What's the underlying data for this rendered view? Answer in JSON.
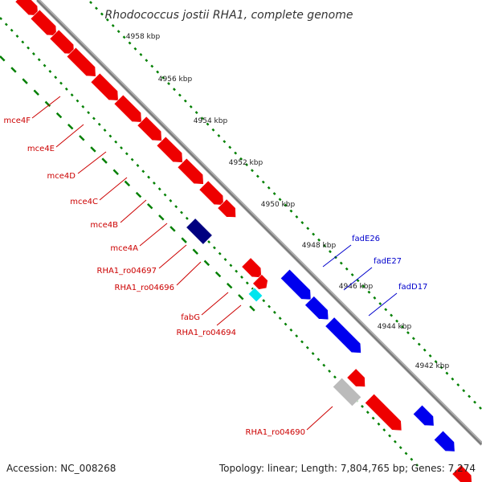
{
  "title": "Rhodococcus jostii RHA1, complete genome",
  "footer": {
    "accession": "Accession: NC_008268",
    "summary": "Topology: linear; Length: 7,804,765 bp; Genes: 7,274"
  },
  "colors": {
    "forward_gene": "#ee0000",
    "reverse_gene": "#0000ee",
    "highlight_reverse": "#000080",
    "rna_gene": "#00e5ee",
    "pseudo_gene": "#bbbbbb",
    "backbone": "#888888",
    "forward_track_dots": "#008000",
    "reverse_track_dots": "#008000",
    "forward_label": "#cc0000",
    "reverse_label": "#0000cc"
  },
  "ticks": [
    {
      "label": "4958 kbp"
    },
    {
      "label": "4956 kbp"
    },
    {
      "label": "4954 kbp"
    },
    {
      "label": "4952 kbp"
    },
    {
      "label": "4950 kbp"
    },
    {
      "label": "4948 kbp"
    },
    {
      "label": "4946 kbp"
    },
    {
      "label": "4944 kbp"
    },
    {
      "label": "4942 kbp"
    }
  ],
  "gene_labels": {
    "forward": [
      {
        "label": "mce4F"
      },
      {
        "label": "mce4E"
      },
      {
        "label": "mce4D"
      },
      {
        "label": "mce4C"
      },
      {
        "label": "mce4B"
      },
      {
        "label": "mce4A"
      },
      {
        "label": "RHA1_ro04697"
      },
      {
        "label": "RHA1_ro04696"
      },
      {
        "label": "fabG"
      },
      {
        "label": "RHA1_ro04694"
      },
      {
        "label": "RHA1_ro04690"
      }
    ],
    "reverse": [
      {
        "label": "fadE26"
      },
      {
        "label": "fadE27"
      },
      {
        "label": "fadD17"
      }
    ]
  }
}
